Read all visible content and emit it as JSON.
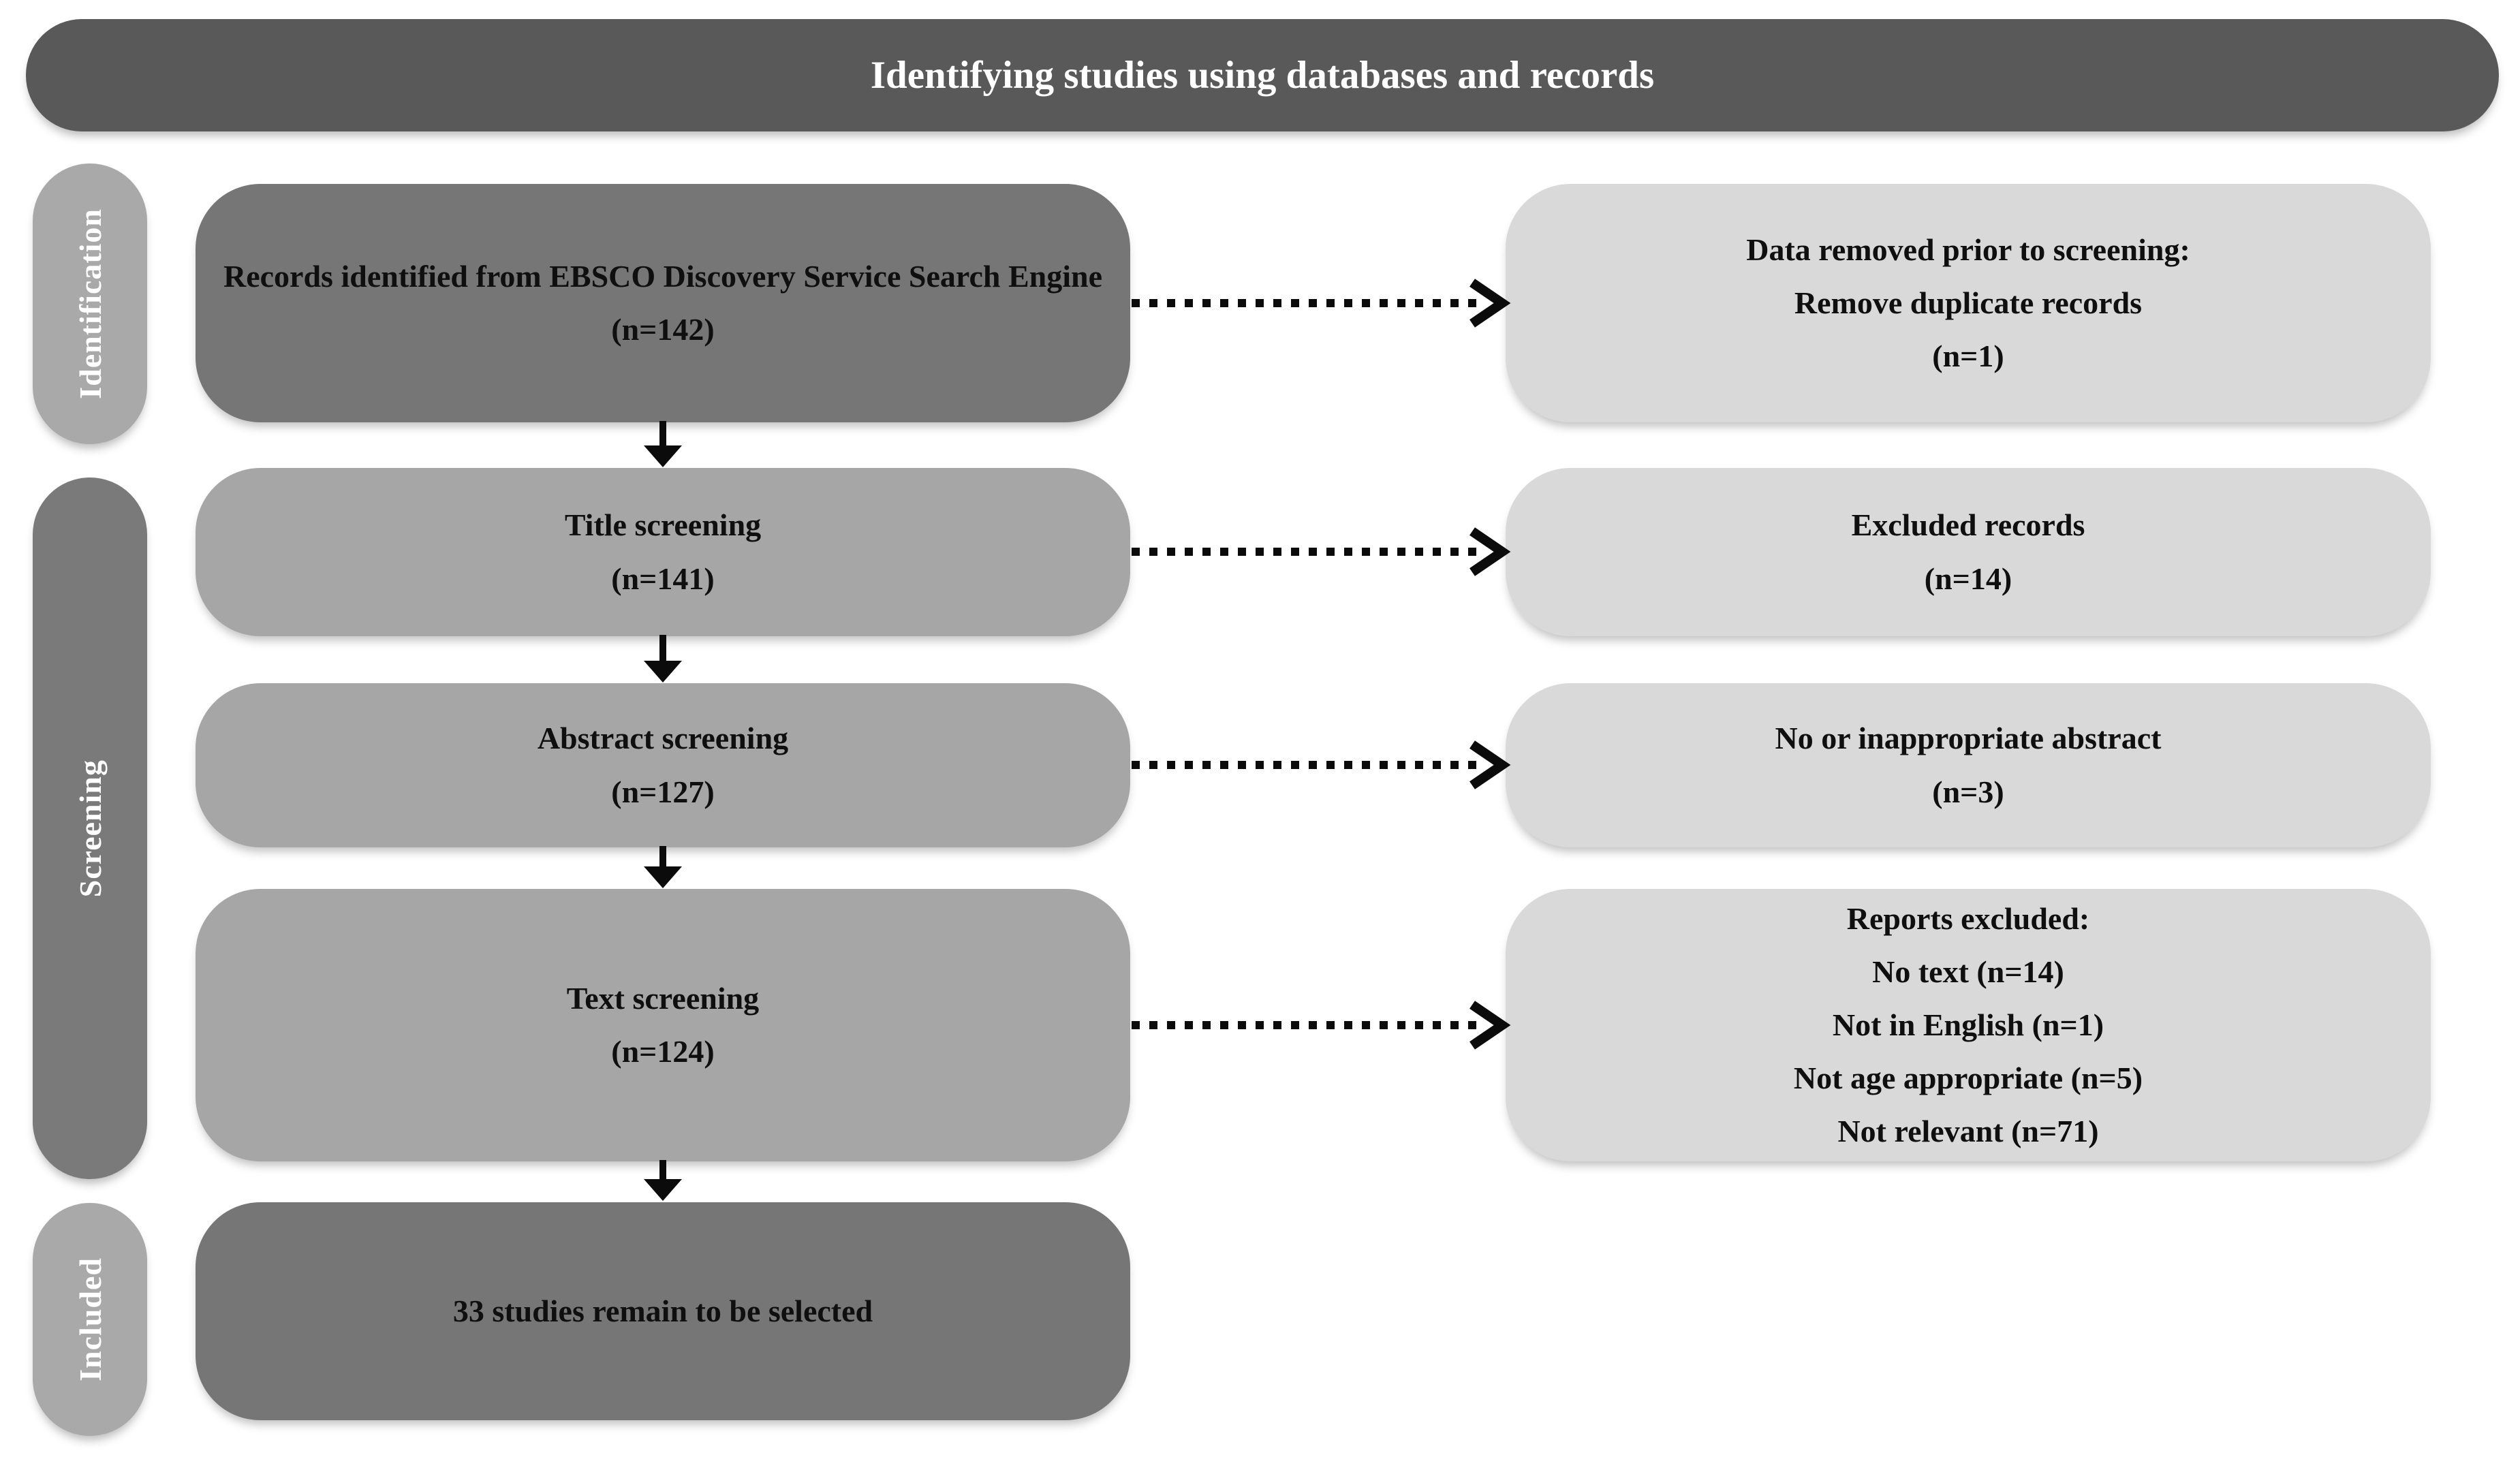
{
  "title": {
    "text": "Identifying studies using databases and records"
  },
  "sidebar": {
    "stages": [
      {
        "label": "Identification"
      },
      {
        "label": "Screening"
      },
      {
        "label": "Included"
      }
    ]
  },
  "flow": {
    "left": [
      {
        "id": "records-identified",
        "lines": [
          "Records identified from EBSCO Discovery Service Search Engine",
          "(n=142)"
        ]
      },
      {
        "id": "title-screening",
        "lines": [
          "Title screening",
          "(n=141)"
        ]
      },
      {
        "id": "abstract-screening",
        "lines": [
          "Abstract screening",
          "(n=127)"
        ]
      },
      {
        "id": "text-screening",
        "lines": [
          "Text screening",
          "(n=124)"
        ]
      },
      {
        "id": "studies-included",
        "lines": [
          "33 studies remain to be selected"
        ]
      }
    ],
    "right": [
      {
        "id": "data-removed",
        "lines": [
          "Data removed prior to screening:",
          "Remove duplicate records",
          "(n=1)"
        ]
      },
      {
        "id": "excluded-records",
        "lines": [
          "Excluded records",
          "(n=14)"
        ]
      },
      {
        "id": "no-abstract",
        "lines": [
          "No or inappropriate abstract",
          "(n=3)"
        ]
      },
      {
        "id": "reports-excluded",
        "lines": [
          "Reports excluded:",
          "No text (n=14)",
          "Not in English (n=1)",
          "Not age appropriate (n=5)",
          "Not relevant (n=71)"
        ]
      }
    ]
  },
  "colors": {
    "title_bar": "#595959",
    "dark_box": "#767676",
    "medium_box": "#a6a6a6",
    "light_box": "#d9d9d9",
    "pill_light": "#a9a9a9",
    "pill_dark": "#7a7a7a",
    "arrow": "#0b0b0b",
    "box_text": "#0f0f0f",
    "banner_text": "#ffffff"
  }
}
